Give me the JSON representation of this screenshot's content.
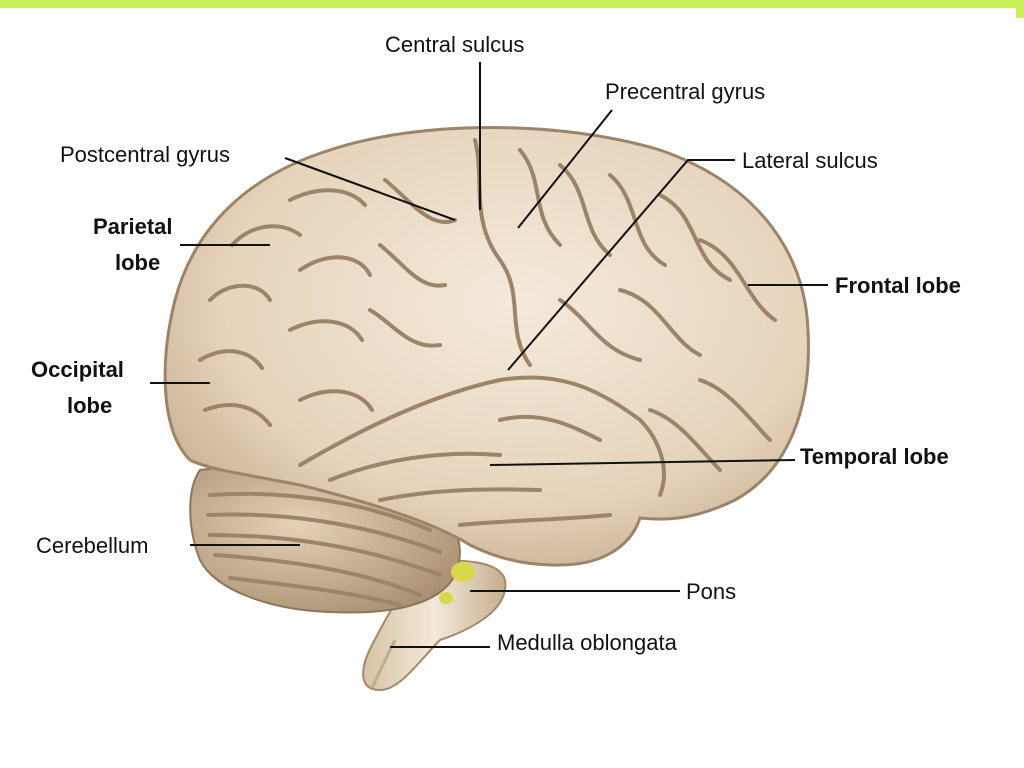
{
  "colors": {
    "top_bar": "#c9ef5a",
    "brain_tissue": "#e7d6bf",
    "brain_shadow": "#b49c80",
    "pons_highlight": "#d9d84a"
  },
  "labels": {
    "central_sulcus": "Central sulcus",
    "precentral_gyrus": "Precentral gyrus",
    "postcentral_gyrus": "Postcentral gyrus",
    "lateral_sulcus": "Lateral sulcus",
    "parietal_lobe_line1": "Parietal",
    "parietal_lobe_line2": "lobe",
    "frontal_lobe": "Frontal lobe",
    "occipital_lobe_line1": "Occipital",
    "occipital_lobe_line2": "lobe",
    "temporal_lobe": "Temporal lobe",
    "cerebellum": "Cerebellum",
    "pons": "Pons",
    "medulla_oblongata": "Medulla oblongata"
  }
}
